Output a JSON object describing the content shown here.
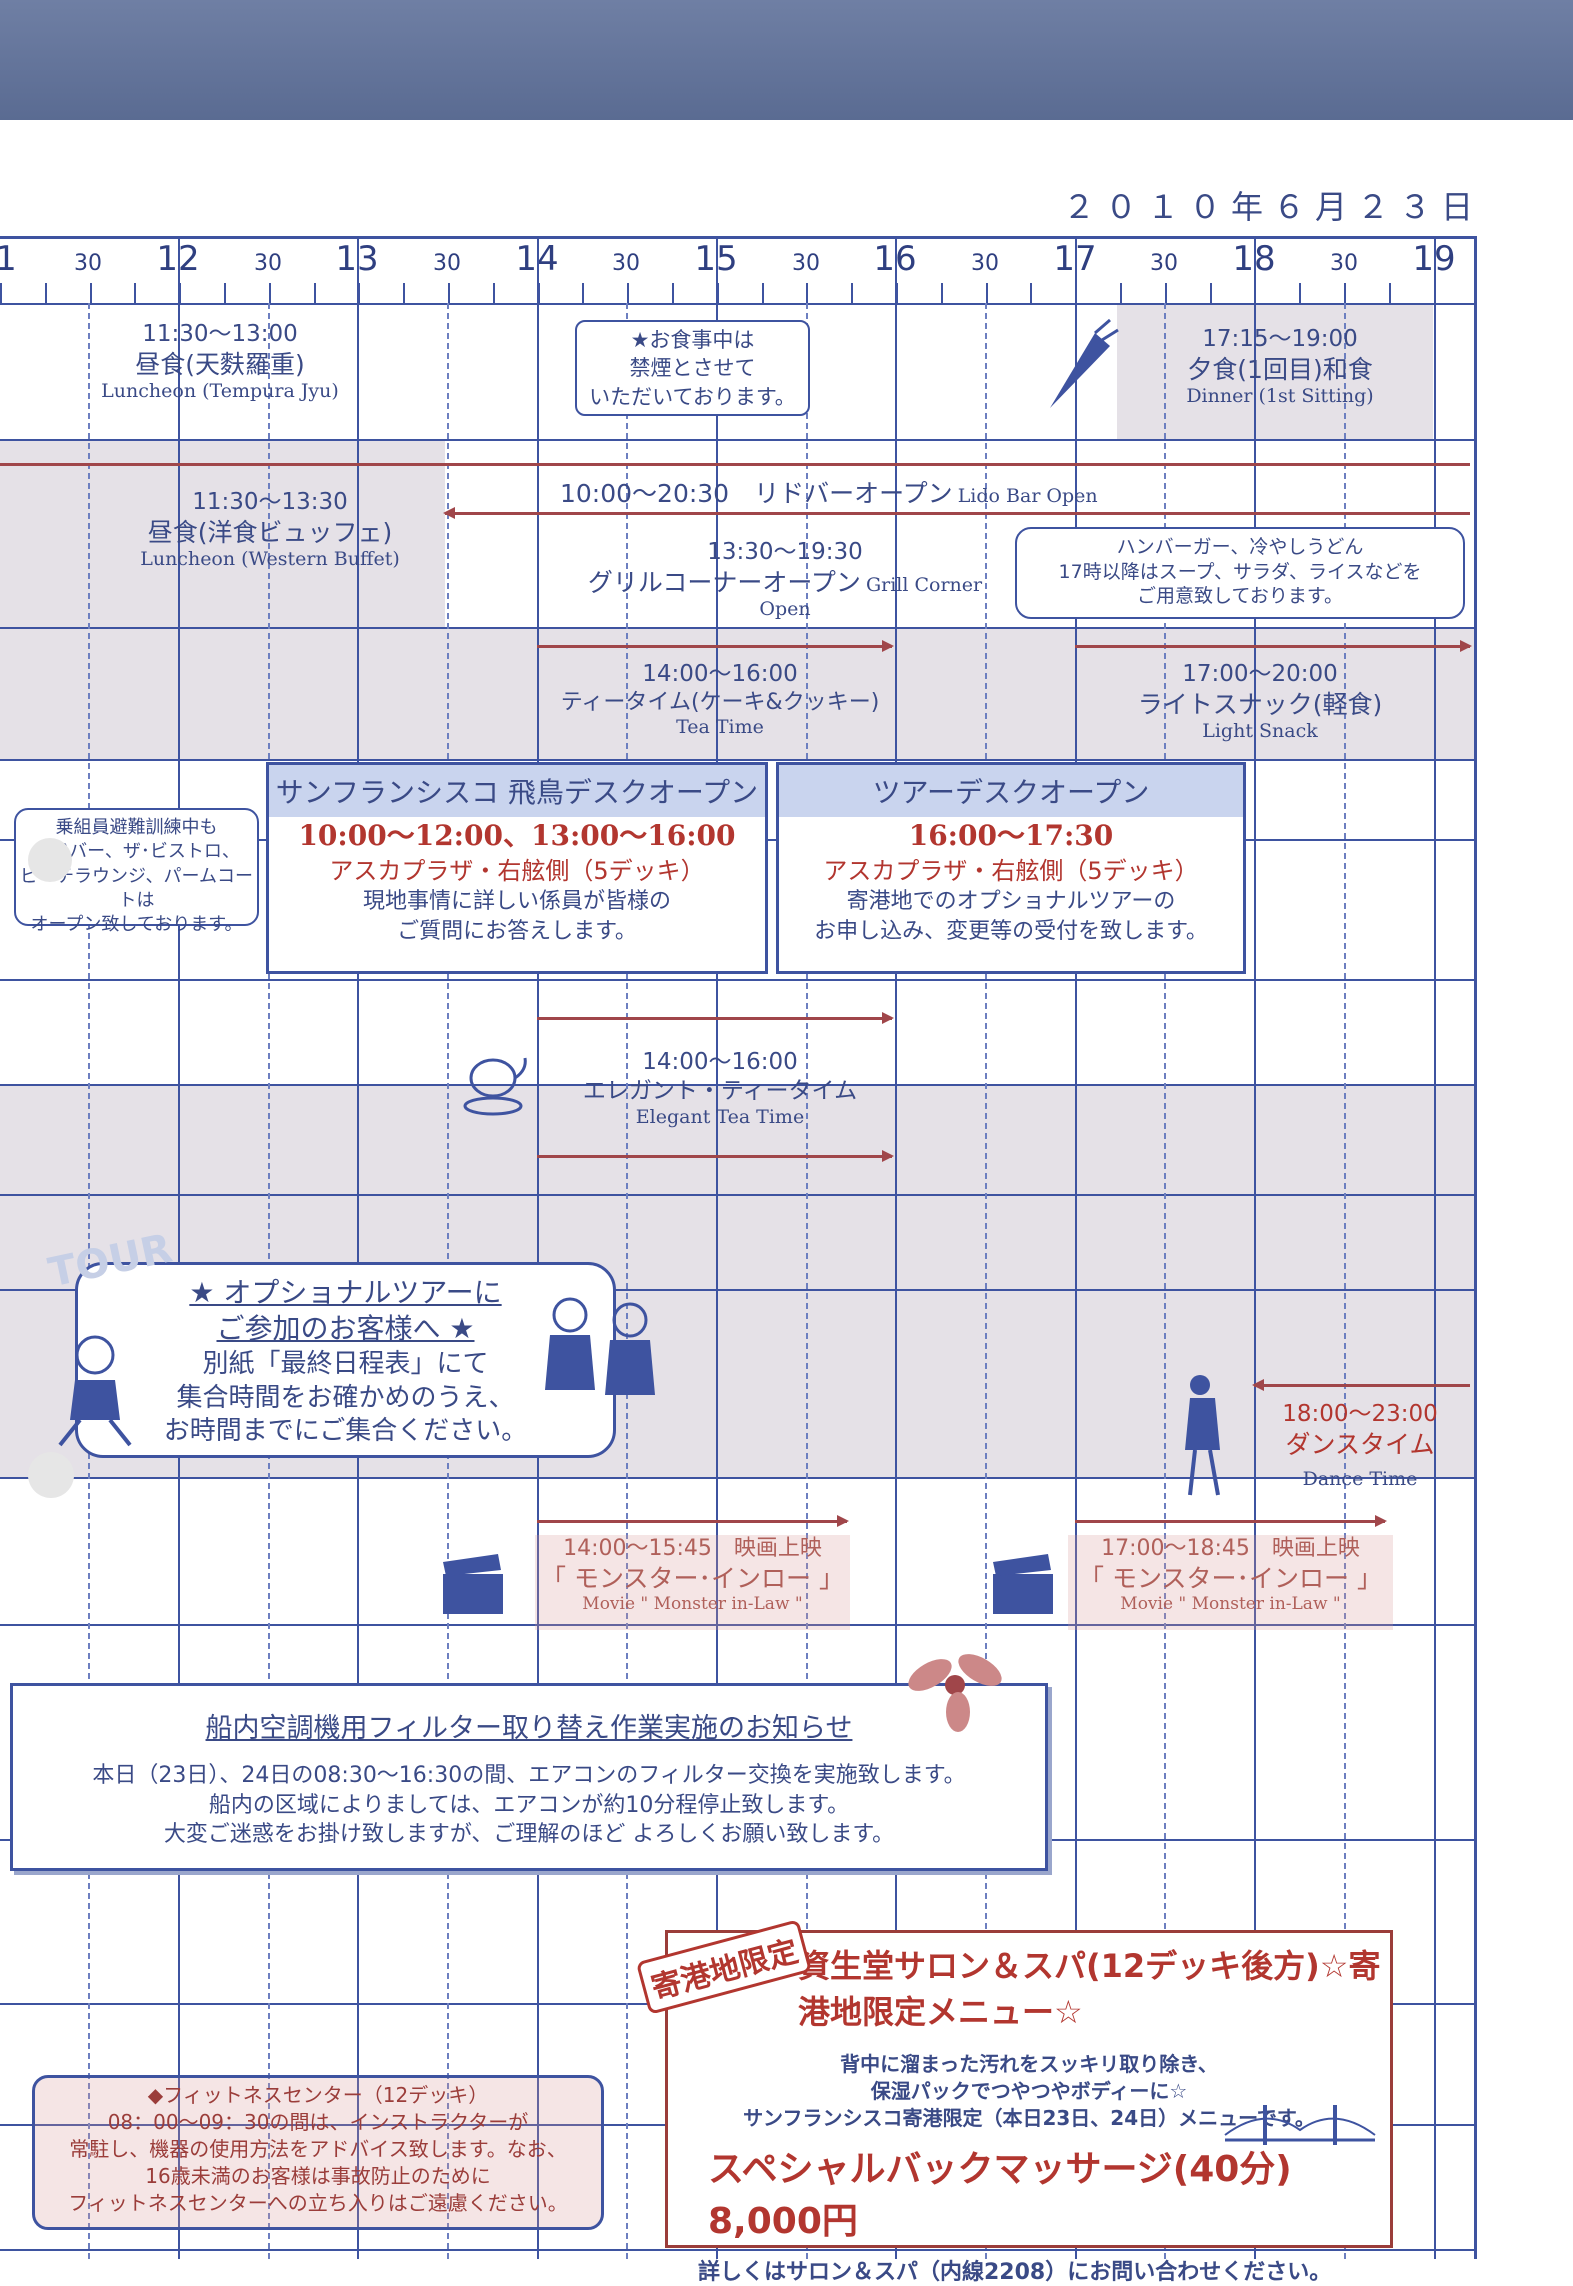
{
  "date": "２０１０年６月２３日",
  "timeline": {
    "left_label": "1",
    "hours": [
      "12",
      "13",
      "14",
      "15",
      "16",
      "17",
      "18",
      "19"
    ],
    "half": "30"
  },
  "events": {
    "lunch_tempura": {
      "time": "11:30～13:00",
      "jp": "昼食(天麩羅重)",
      "en": "Luncheon (Tempura Jyu)"
    },
    "no_smoking": {
      "l1": "★お食事中は",
      "l2": "禁煙とさせて",
      "l3": "いただいております。"
    },
    "dinner": {
      "time": "17:15～19:00",
      "jp": "夕食(1回目)和食",
      "en": "Dinner (1st Sitting)"
    },
    "lunch_buffet": {
      "time": "11:30～13:30",
      "jp": "昼食(洋食ビュッフェ)",
      "en": "Luncheon (Western Buffet)"
    },
    "lido_bar": {
      "jp": "10:00～20:30　リドバーオープン",
      "en": "Lido Bar Open"
    },
    "grill": {
      "time": "13:30～19:30",
      "jp": "グリルコーナーオープン",
      "en": "Grill Corner Open"
    },
    "grill_note": {
      "l1": "ハンバーガー、冷やしうどん",
      "l2": "17時以降はスープ、サラダ、ライスなどを",
      "l3": "ご用意致しております。"
    },
    "tea_time": {
      "time": "14:00～16:00",
      "jp": "ティータイム(ケーキ&クッキー)",
      "en": "Tea Time"
    },
    "light_snack": {
      "time": "17:00～20:00",
      "jp": "ライトスナック(軽食)",
      "en": "Light Snack"
    },
    "crew_note": {
      "l1": "乗組員避難訓練中も",
      "l2": "リドバー、ザ･ビストロ、",
      "l3": "ビーチラウンジ、パームコートは",
      "l4": "オープン致しております。"
    },
    "asuka_desk": {
      "title": "サンフランシスコ 飛鳥デスクオープン",
      "time": "10:00～12:00、13:00～16:00",
      "place": "アスカプラザ・右舷側（5デッキ）",
      "d1": "現地事情に詳しい係員が皆様の",
      "d2": "ご質問にお答えします。"
    },
    "tour_desk": {
      "title": "ツアーデスクオープン",
      "time": "16:00～17:30",
      "place": "アスカプラザ・右舷側（5デッキ）",
      "d1": "寄港地でのオプショナルツアーの",
      "d2": "お申し込み、変更等の受付を致します。"
    },
    "elegant_tea": {
      "time": "14:00～16:00",
      "jp": "エレガント・ティータイム",
      "en": "Elegant Tea Time"
    },
    "tour_notice": {
      "badge": "TOUR",
      "t1": "★ オプショナルツアーに",
      "t2": "ご参加のお客様へ ★",
      "b1": "別紙「最終日程表」にて",
      "b2": "集合時間をお確かめのうえ、",
      "b3": "お時間までにご集合ください。"
    },
    "dance": {
      "time": "18:00～23:00",
      "jp": "ダンスタイム",
      "en": "Dance Time"
    },
    "movie1": {
      "l1": "14:00～15:45　映画上映",
      "l2": "「 モンスター･インロー 」",
      "en": "Movie \" Monster in-Law \""
    },
    "movie2": {
      "l1": "17:00～18:45　映画上映",
      "l2": "「 モンスター･インロー 」",
      "en": "Movie \" Monster in-Law \""
    },
    "filter_notice": {
      "title": "船内空調機用フィルター取り替え作業実施のお知らせ",
      "l1": "本日（23日）、24日の08:30～16:30の間、エアコンのフィルター交換を実施致します。",
      "l2": "船内の区域によりましては、エアコンが約10分程停止致します。",
      "l3": "大変ご迷惑をお掛け致しますが、ご理解のほど よろしくお願い致します。"
    },
    "fitness": {
      "title": "◆フィットネスセンター（12デッキ）",
      "l1": "08：00～09：30の間は、インストラクターが",
      "l2": "常駐し、機器の使用方法をアドバイス致します。なお、",
      "l3": "16歳未満のお客様は事故防止のために",
      "l4": "フィットネスセンターへの立ち入りはご遠慮ください。"
    },
    "spa": {
      "stamp": "寄港地限定",
      "title": "資生堂サロン＆スパ(12デッキ後方)☆寄港地限定メニュー☆",
      "l1": "背中に溜まった汚れをスッキリ取り除き、",
      "l2": "保湿パックでつやつやボディーに☆",
      "l3": "サンフランシスコ寄港限定（本日23日、24日）メニューです。",
      "big": "スペシャルバックマッサージ(40分)　8,000円",
      "foot": "詳しくはサロン＆スパ（内線2208）にお問い合わせください。"
    }
  },
  "colors": {
    "grid": "#3e53a0",
    "text": "#3a4a86",
    "accent_red": "#b2362f",
    "arrow": "#a0464a"
  }
}
